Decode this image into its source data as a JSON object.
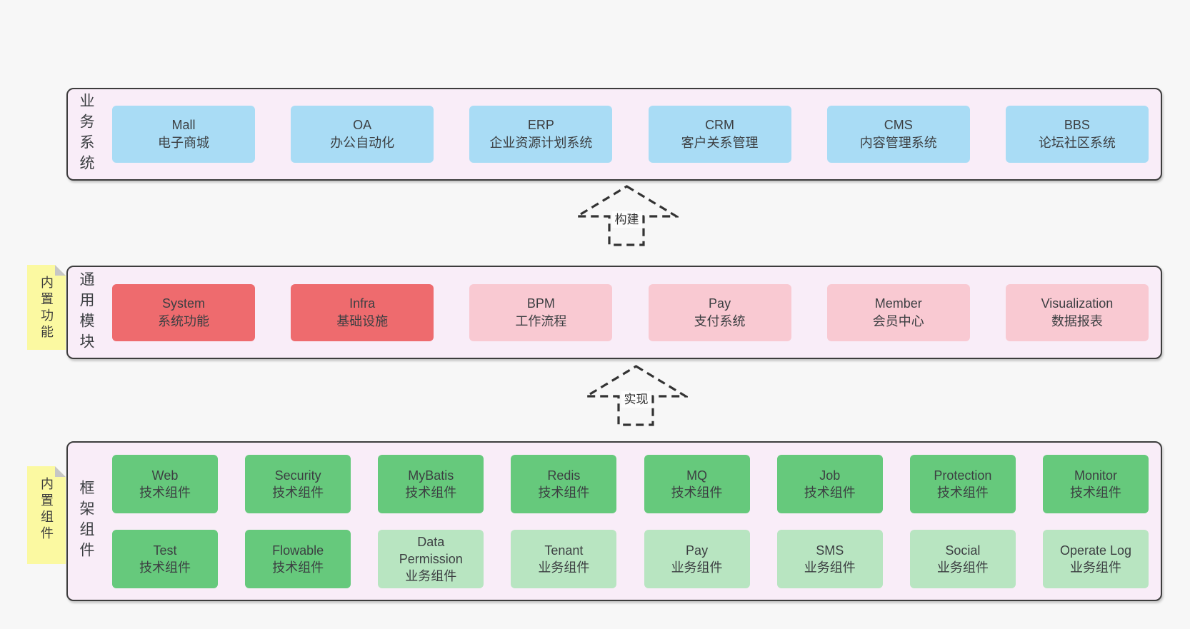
{
  "colors": {
    "page_bg": "#f7f7f7",
    "layer_bg": "#f9edf8",
    "layer_border": "#3d3d3d",
    "blue": "#a9dcf5",
    "red": "#ee6b6e",
    "pink": "#f9c9d2",
    "green": "#66c97c",
    "lightgreen": "#b8e5c1",
    "sticky_yellow": "#fbf9a1",
    "sticky_fold": "#c6c6c6",
    "text": "#3c3f42",
    "arrow": "#333333"
  },
  "layers": [
    {
      "label": "业务系统",
      "rows": [
        [
          {
            "en": "Mall",
            "zh": "电子商城",
            "color": "blue"
          },
          {
            "en": "OA",
            "zh": "办公自动化",
            "color": "blue"
          },
          {
            "en": "ERP",
            "zh": "企业资源计划系统",
            "color": "blue"
          },
          {
            "en": "CRM",
            "zh": "客户关系管理",
            "color": "blue"
          },
          {
            "en": "CMS",
            "zh": "内容管理系统",
            "color": "blue"
          },
          {
            "en": "BBS",
            "zh": "论坛社区系统",
            "color": "blue"
          }
        ]
      ]
    },
    {
      "label": "通用模块",
      "sticky": "内置功能",
      "rows": [
        [
          {
            "en": "System",
            "zh": "系统功能",
            "color": "red"
          },
          {
            "en": "Infra",
            "zh": "基础设施",
            "color": "red"
          },
          {
            "en": "BPM",
            "zh": "工作流程",
            "color": "pink"
          },
          {
            "en": "Pay",
            "zh": "支付系统",
            "color": "pink"
          },
          {
            "en": "Member",
            "zh": "会员中心",
            "color": "pink"
          },
          {
            "en": "Visualization",
            "zh": "数据报表",
            "color": "pink"
          }
        ]
      ]
    },
    {
      "label": "框架组件",
      "sticky": "内置组件",
      "rows": [
        [
          {
            "en": "Web",
            "zh": "技术组件",
            "color": "green"
          },
          {
            "en": "Security",
            "zh": "技术组件",
            "color": "green"
          },
          {
            "en": "MyBatis",
            "zh": "技术组件",
            "color": "green"
          },
          {
            "en": "Redis",
            "zh": "技术组件",
            "color": "green"
          },
          {
            "en": "MQ",
            "zh": "技术组件",
            "color": "green"
          },
          {
            "en": "Job",
            "zh": "技术组件",
            "color": "green"
          },
          {
            "en": "Protection",
            "zh": "技术组件",
            "color": "green"
          },
          {
            "en": "Monitor",
            "zh": "技术组件",
            "color": "green"
          }
        ],
        [
          {
            "en": "Test",
            "zh": "技术组件",
            "color": "green"
          },
          {
            "en": "Flowable",
            "zh": "技术组件",
            "color": "green"
          },
          {
            "en": "Data Permission",
            "zh": "业务组件",
            "color": "lightgreen"
          },
          {
            "en": "Tenant",
            "zh": "业务组件",
            "color": "lightgreen"
          },
          {
            "en": "Pay",
            "zh": "业务组件",
            "color": "lightgreen"
          },
          {
            "en": "SMS",
            "zh": "业务组件",
            "color": "lightgreen"
          },
          {
            "en": "Social",
            "zh": "业务组件",
            "color": "lightgreen"
          },
          {
            "en": "Operate Log",
            "zh": "业务组件",
            "color": "lightgreen"
          }
        ]
      ]
    }
  ],
  "arrows": [
    {
      "label": "构建"
    },
    {
      "label": "实现"
    }
  ]
}
